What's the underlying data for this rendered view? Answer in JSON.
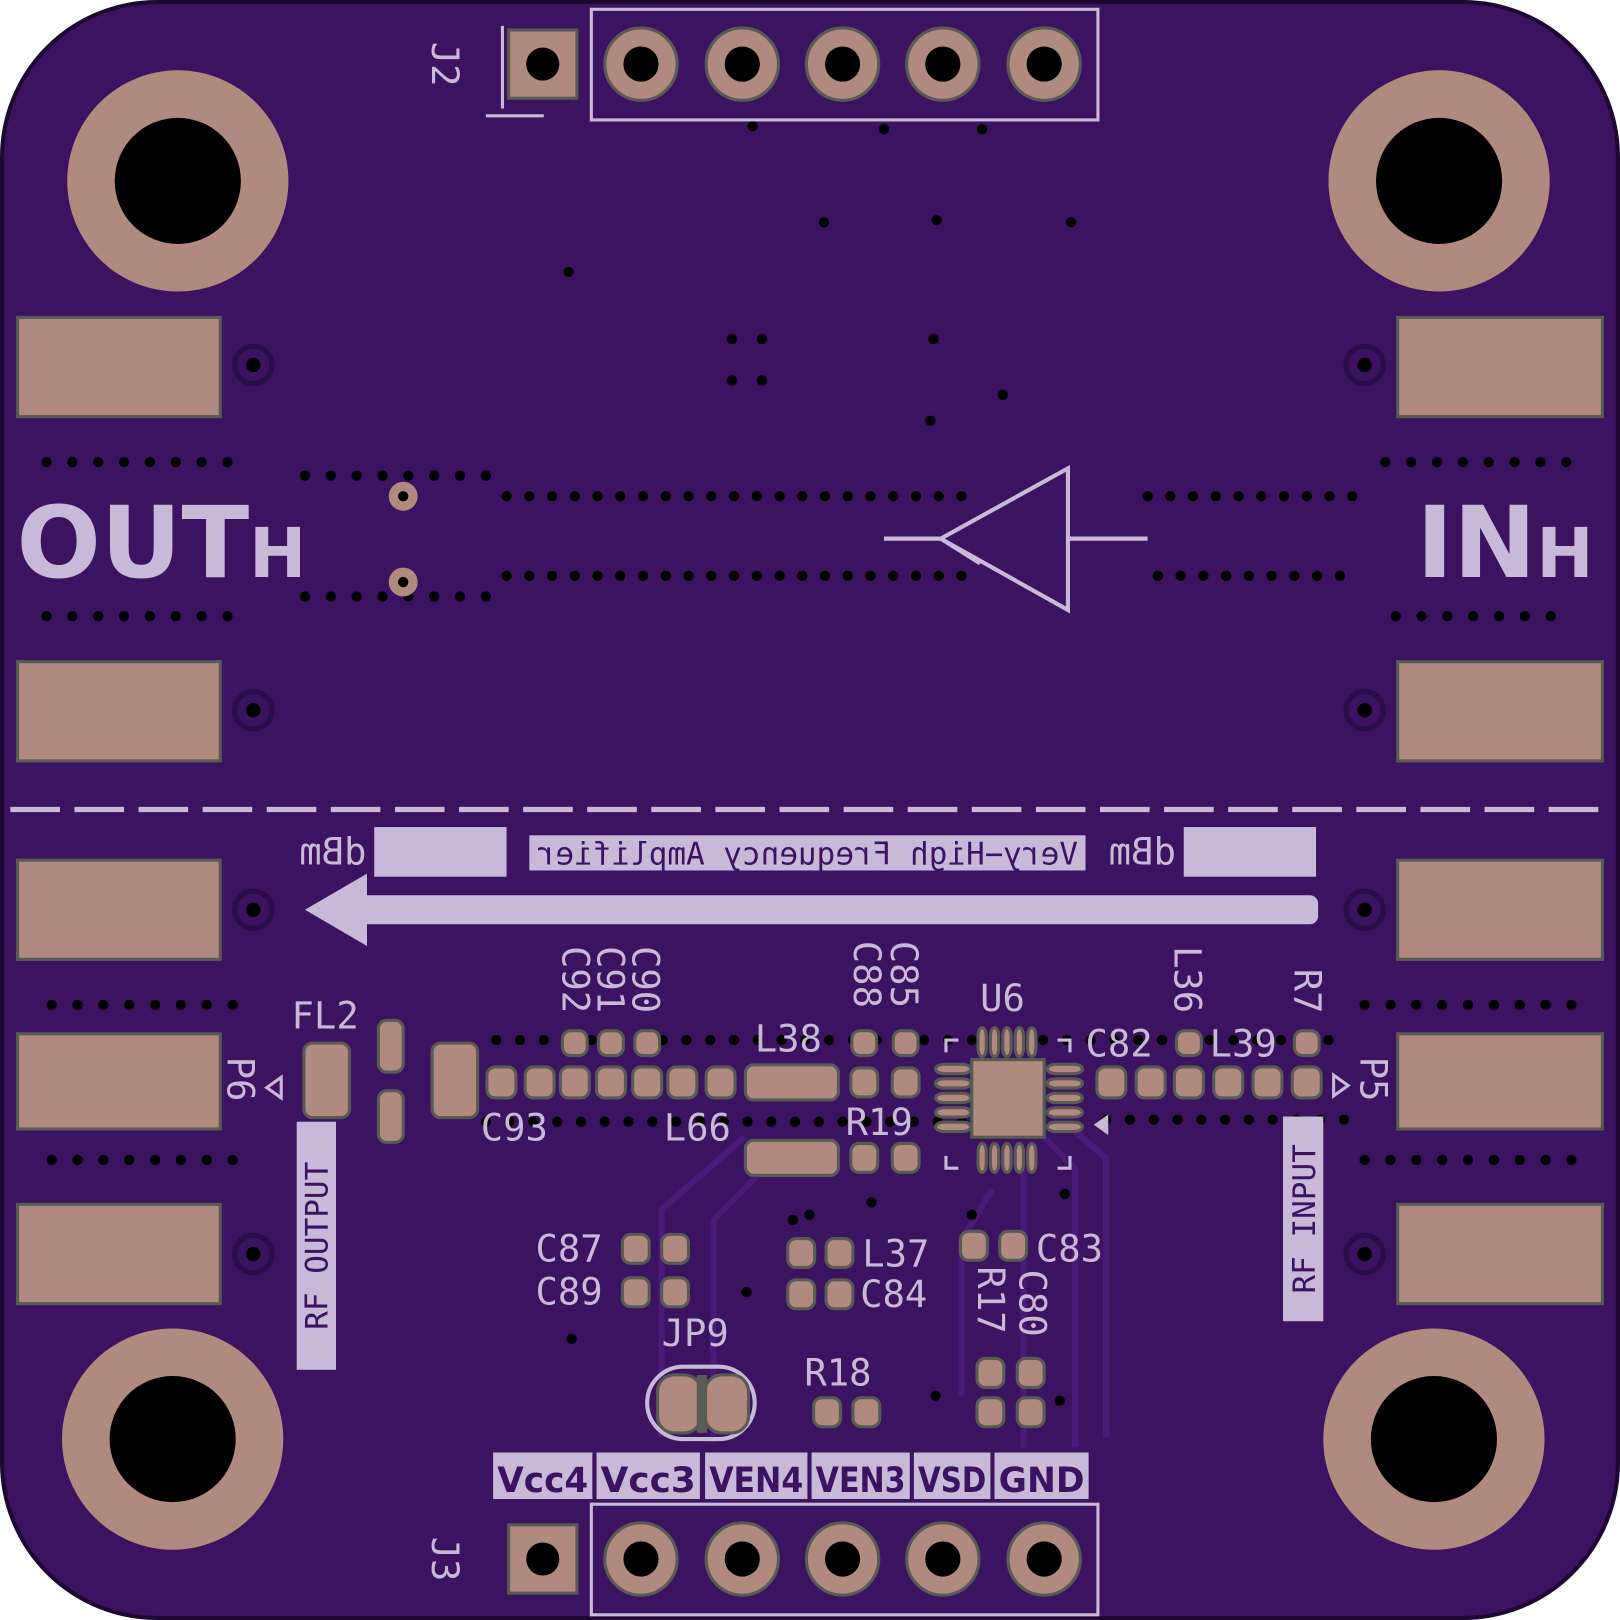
{
  "board": {
    "colors": {
      "board": "#3b1360",
      "pad": "#b0897f",
      "silk": "#c8b9d8",
      "hole": "#000000"
    },
    "left_port": {
      "main": "OUT",
      "sub": "H"
    },
    "right_port": {
      "main": "IN",
      "sub": "H"
    },
    "banner": {
      "title": "Very−High Frequency Amplifier",
      "unit_left": "dBm",
      "unit_right": "dBm"
    },
    "rf_output_label": "RF OUTPUT",
    "rf_input_label": "RF INPUT",
    "headers": {
      "top": "J2",
      "bottom": "J3"
    },
    "pin_labels": [
      "Vcc4",
      "Vcc3",
      "VEN4",
      "VEN3",
      "VSD",
      "GND"
    ],
    "refdes": {
      "fl2": "FL2",
      "c93": "C93",
      "l38": "L38",
      "l66": "L66",
      "r19": "R19",
      "u6": "U6",
      "c82": "C82",
      "l39": "L39",
      "c90": "C90",
      "c91": "C91",
      "c92": "C92",
      "c88": "C88",
      "c85": "C85",
      "l36": "L36",
      "r7": "R7",
      "p6": "P6",
      "p5": "P5",
      "c87": "C87",
      "c89": "C89",
      "l37": "L37",
      "c84": "C84",
      "c83": "C83",
      "r17": "R17",
      "c80": "C80",
      "jp9": "JP9",
      "r18": "R18"
    }
  }
}
